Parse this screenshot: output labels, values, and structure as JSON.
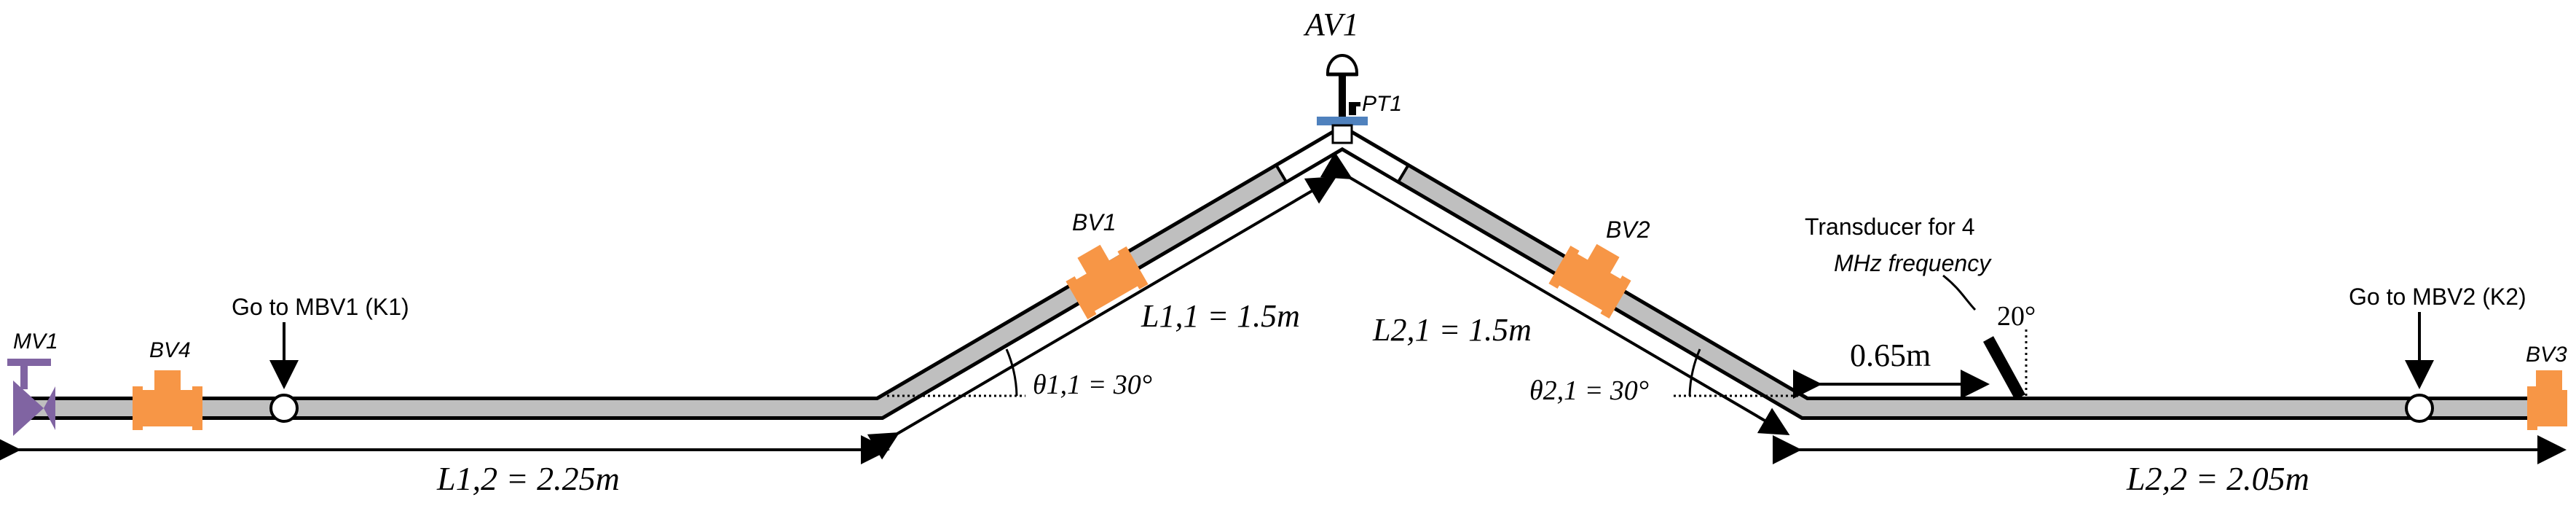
{
  "colors": {
    "pipe_fill": "#bfbfbf",
    "pipe_edge": "#000000",
    "valve_orange": "#f79646",
    "main_valve_purple": "#8064a2",
    "flange_blue": "#4f81bd",
    "background": "#ffffff"
  },
  "labels": {
    "av1": "AV1",
    "pt1": "PT1",
    "mv1": "MV1",
    "bv1": "BV1",
    "bv2": "BV2",
    "bv3": "BV3",
    "bv4": "BV4",
    "goto_mbv1": "Go to MBV1 (K1)",
    "goto_mbv2": "Go to MBV2 (K2)",
    "transducer_line1": "Transducer for 4",
    "transducer_line2": "MHz frequency",
    "angle_transducer": "20°",
    "dist_065": "0.65m",
    "l11": "L1,1 = 1.5m",
    "l21": "L2,1 = 1.5m",
    "l12": "L1,2 = 2.25m",
    "l22": "L2,2 = 2.05m",
    "theta11": "θ1,1 = 30°",
    "theta21": "θ2,1 = 30°"
  }
}
